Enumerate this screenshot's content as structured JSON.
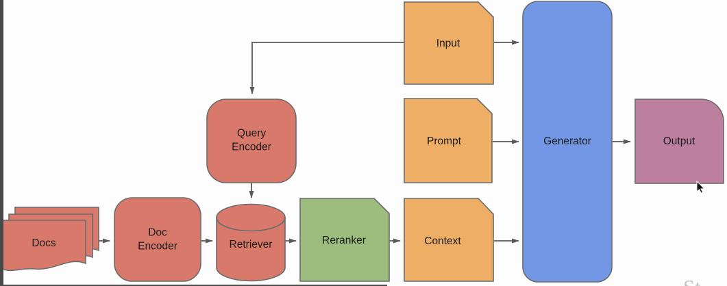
{
  "diagram": {
    "description": "RAG (retrieval-augmented generation) pipeline flow diagram",
    "nodes": {
      "docs": {
        "label": "Docs",
        "shape": "multi-document",
        "color_key": "red"
      },
      "doc_encoder": {
        "label": "Doc Encoder",
        "shape": "rounded-rect",
        "color_key": "red"
      },
      "retriever": {
        "label": "Retriever",
        "shape": "cylinder",
        "color_key": "red"
      },
      "reranker": {
        "label": "Reranker",
        "shape": "card",
        "color_key": "green"
      },
      "context": {
        "label": "Context",
        "shape": "card",
        "color_key": "orange"
      },
      "query_encoder": {
        "label": "Query Encoder",
        "shape": "rounded-rect",
        "color_key": "red"
      },
      "input": {
        "label": "Input",
        "shape": "card",
        "color_key": "orange"
      },
      "prompt": {
        "label": "Prompt",
        "shape": "card",
        "color_key": "orange"
      },
      "generator": {
        "label": "Generator",
        "shape": "rounded-rect",
        "color_key": "blue"
      },
      "output": {
        "label": "Output",
        "shape": "round-corner-rect",
        "color_key": "mauve"
      }
    },
    "edges": [
      {
        "from": "Docs",
        "to": "Doc Encoder"
      },
      {
        "from": "Doc Encoder",
        "to": "Retriever"
      },
      {
        "from": "Retriever",
        "to": "Reranker"
      },
      {
        "from": "Reranker",
        "to": "Context"
      },
      {
        "from": "Context",
        "to": "Generator"
      },
      {
        "from": "Input",
        "to": "Query Encoder"
      },
      {
        "from": "Query Encoder",
        "to": "Retriever"
      },
      {
        "from": "Input",
        "to": "Generator"
      },
      {
        "from": "Prompt",
        "to": "Generator"
      },
      {
        "from": "Generator",
        "to": "Output"
      }
    ],
    "watermark": "St"
  },
  "colors": {
    "red": "#d8796b",
    "orange": "#efae66",
    "green": "#9cbd7d",
    "blue": "#7298e5",
    "mauve": "#bd7f9e",
    "stroke": "#6b6b6b",
    "arrow": "#5a5a5a"
  }
}
